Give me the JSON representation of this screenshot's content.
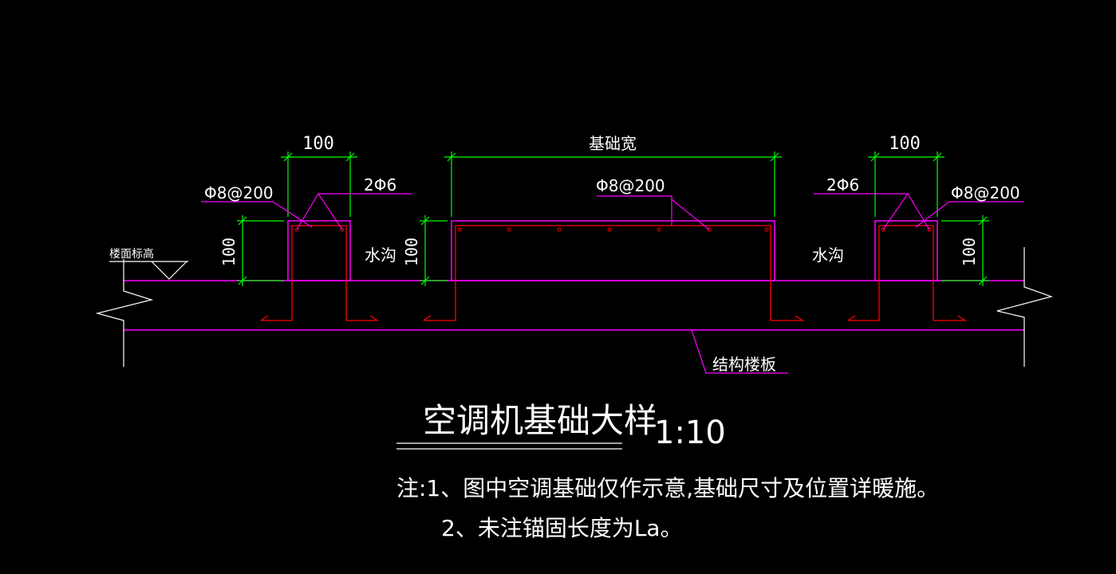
{
  "colors": {
    "background": "#000000",
    "outline": "#ff00ff",
    "rebar": "#ff0000",
    "dimension": "#00ff00",
    "leader_white": "#ffffff",
    "text": "#ffffff"
  },
  "dimensions": {
    "left_top": "100",
    "middle_top": "基础宽",
    "right_top": "100",
    "left_height": "100",
    "middle_height": "100",
    "right_height": "100"
  },
  "labels": {
    "left_stirrup": "Φ8@200",
    "left_bars": "2Φ6",
    "middle_stirrup": "Φ8@200",
    "right_bars": "2Φ6",
    "right_stirrup": "Φ8@200",
    "floor_level": "楼面标高",
    "gutter_left": "水沟",
    "gutter_right": "水沟",
    "slab": "结构楼板"
  },
  "title": {
    "main": "空调机基础大样",
    "scale": "1:10"
  },
  "notes": {
    "line1": "注:1、图中空调基础仅作示意,基础尺寸及位置详暖施。",
    "line2": "2、未注锚固长度为La。"
  }
}
